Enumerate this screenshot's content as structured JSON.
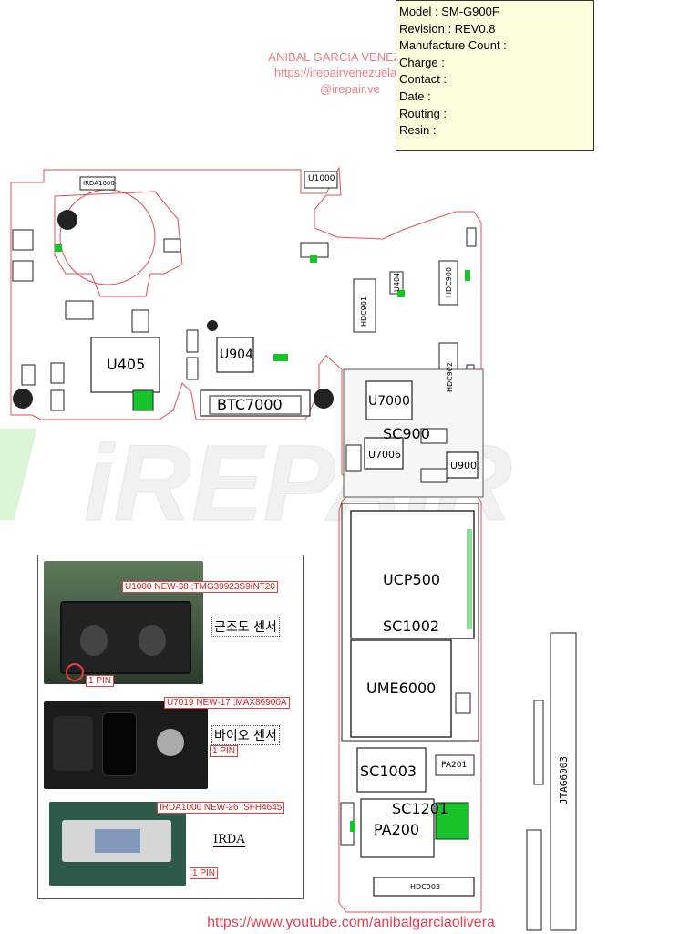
{
  "info": {
    "model": "Model : SM-G900F",
    "revision": "Revision : REV0.8",
    "manufacture_count": "Manufacture Count :",
    "charge": "Charge :",
    "contact": "Contact :",
    "date": "Date :",
    "routing": "Routing :",
    "resin": "Resin :"
  },
  "watermark": {
    "author": "ANIBAL GARCIA VENEZUELA",
    "site": "https://irepairvenezuela.com/",
    "handle": "@irepair.ve",
    "logo_text": "iREPAIR",
    "youtube": "https://www.youtube.com/anibalgarciaolivera"
  },
  "components": {
    "u405": "U405",
    "u904": "U904",
    "btc7000": "BTC7000",
    "u7000": "U7000",
    "sc900": "SC900",
    "u7006": "U7006",
    "u900": "U900",
    "ucp500": "UCP500",
    "sc1002": "SC1002",
    "ume6000": "UME6000",
    "sc1003": "SC1003",
    "sc1201": "SC1201",
    "pa200": "PA200",
    "pa201": "PA201",
    "u1000": "U1000",
    "irda1000": "IRDA1000",
    "hdc901": "HDC901",
    "hdc902": "HDC902",
    "hdc903": "HDC903",
    "hdc900": "HDC900",
    "u404": "U404",
    "jtag": "JTAG6003"
  },
  "photos": {
    "u1000_tag": "U1000 NEW-38 ;TMG39923S9INT20",
    "u1000_kr": "근조도 센서",
    "u7019_tag": "U7019 NEW-17 ;MAX86900A",
    "u7019_kr": "바이오 센서",
    "irda_tag": "IRDA1000 NEW-26 ;SFH4645",
    "irda_label": "IRDA",
    "pin1": "1 PIN",
    "pin2": "1 PIN",
    "pin3": "1 PIN"
  },
  "colors": {
    "outline": "#e0505a",
    "watermark": "#f07f86",
    "green_pad": "#17c52a",
    "info_bg": "#fdfcdc"
  }
}
